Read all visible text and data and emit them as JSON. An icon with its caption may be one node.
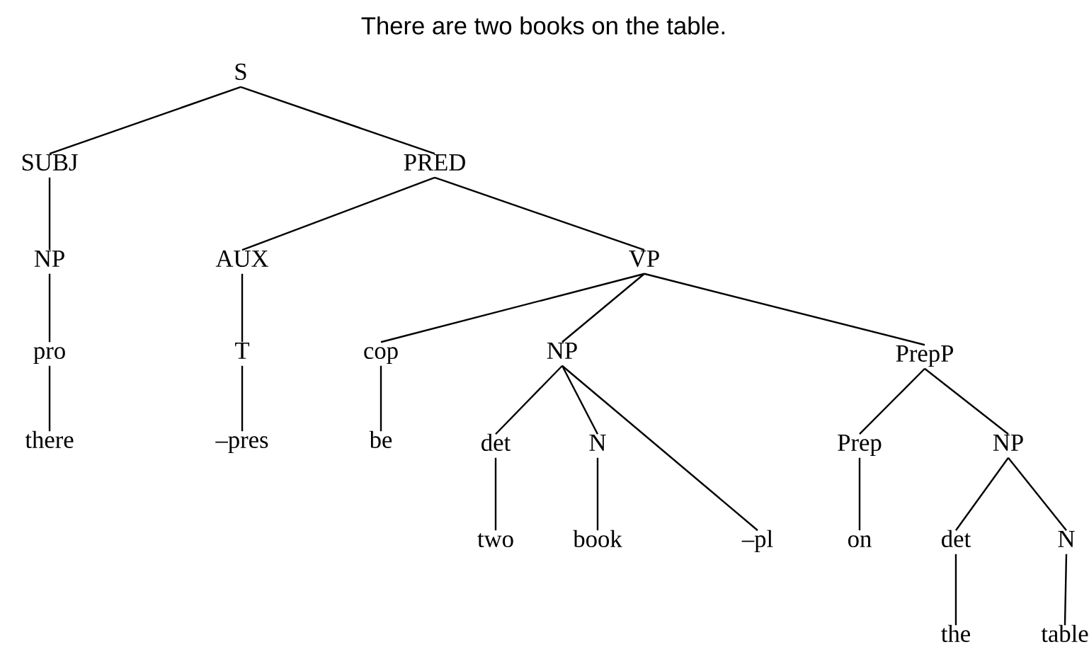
{
  "diagram": {
    "title": "There are two books on the table.",
    "nodes": [
      {
        "text": [
          "S"
        ]
      },
      {
        "text": [
          "SUBJ"
        ]
      },
      {
        "text": [
          "PRED"
        ]
      },
      {
        "text": [
          "NP"
        ]
      },
      {
        "text": [
          "AUX"
        ]
      },
      {
        "text": [
          "VP"
        ]
      },
      {
        "text": [
          "pro"
        ]
      },
      {
        "text": [
          "T"
        ]
      },
      {
        "text": [
          "cop"
        ]
      },
      {
        "text": [
          "NP"
        ]
      },
      {
        "text": [
          "PrepP"
        ]
      },
      {
        "text": [
          "there"
        ]
      },
      {
        "text": [
          "–pres"
        ]
      },
      {
        "text": [
          "be"
        ]
      },
      {
        "text": [
          "det"
        ]
      },
      {
        "text": [
          "N"
        ]
      },
      {
        "text": [
          "Prep"
        ]
      },
      {
        "text": [
          "NP"
        ]
      },
      {
        "text": [
          "two"
        ]
      },
      {
        "text": [
          "book"
        ]
      },
      {
        "text": [
          "–pl"
        ]
      },
      {
        "text": [
          "on"
        ]
      },
      {
        "text": [
          "det"
        ]
      },
      {
        "text": [
          "N"
        ]
      },
      {
        "text": [
          "the"
        ]
      },
      {
        "text": [
          "table"
        ]
      }
    ],
    "edges": [
      {
        "from": 0,
        "to": 1,
        "arrow": "none"
      },
      {
        "from": 0,
        "to": 2,
        "arrow": "none"
      },
      {
        "from": 1,
        "to": 3,
        "arrow": "none"
      },
      {
        "from": 2,
        "to": 4,
        "arrow": "none"
      },
      {
        "from": 2,
        "to": 5,
        "arrow": "none"
      },
      {
        "from": 3,
        "to": 6,
        "arrow": "none"
      },
      {
        "from": 4,
        "to": 7,
        "arrow": "none"
      },
      {
        "from": 5,
        "to": 8,
        "arrow": "none"
      },
      {
        "from": 5,
        "to": 9,
        "arrow": "none"
      },
      {
        "from": 5,
        "to": 10,
        "arrow": "none"
      },
      {
        "from": 6,
        "to": 11,
        "arrow": "none"
      },
      {
        "from": 7,
        "to": 12,
        "arrow": "none"
      },
      {
        "from": 8,
        "to": 13,
        "arrow": "none"
      },
      {
        "from": 9,
        "to": 14,
        "arrow": "none"
      },
      {
        "from": 9,
        "to": 15,
        "arrow": "none"
      },
      {
        "from": 9,
        "to": 20,
        "arrow": "none"
      },
      {
        "from": 10,
        "to": 16,
        "arrow": "none"
      },
      {
        "from": 10,
        "to": 17,
        "arrow": "none"
      },
      {
        "from": 14,
        "to": 18,
        "arrow": "none"
      },
      {
        "from": 15,
        "to": 19,
        "arrow": "none"
      },
      {
        "from": 16,
        "to": 21,
        "arrow": "none"
      },
      {
        "from": 17,
        "to": 22,
        "arrow": "none"
      },
      {
        "from": 17,
        "to": 23,
        "arrow": "none"
      },
      {
        "from": 22,
        "to": 24,
        "arrow": "none"
      },
      {
        "from": 23,
        "to": 25,
        "arrow": "none"
      }
    ]
  }
}
